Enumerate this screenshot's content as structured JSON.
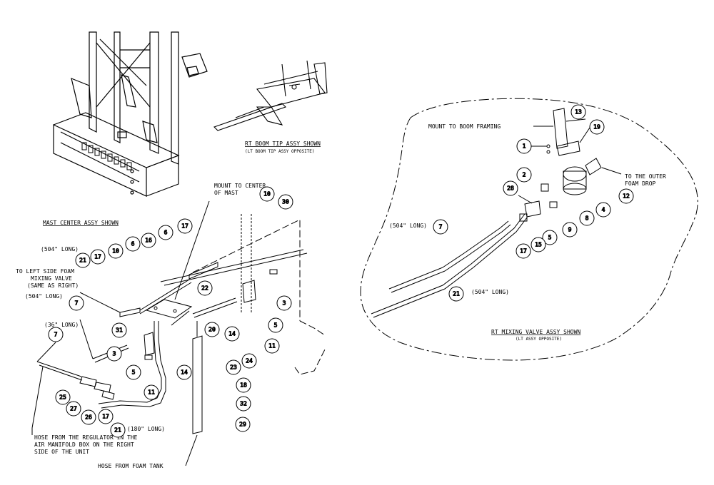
{
  "labels": {
    "rt_boom_tip_title": "RT BOOM TIP ASSY SHOWN",
    "rt_boom_tip_sub": "(LT BOOM TIP ASSY OPPOSITE)",
    "mast_center_title": "MAST CENTER ASSY SHOWN",
    "mount_center_line1": "MOUNT TO CENTER",
    "mount_center_line2": "OF MAST",
    "len_504_a": "(504\" LONG)",
    "left_side_line1": "TO LEFT SIDE FOAM",
    "left_side_line2": "MIXING VALVE",
    "left_side_line3": "(SAME AS RIGHT)",
    "len_504_b": "(504\" LONG)",
    "len_36": "(36\" LONG)",
    "len_180": "(180\" LONG)",
    "hose_reg_line1": "HOSE FROM THE REGULATOR IN THE",
    "hose_reg_line2": "AIR MANIFOLD BOX ON THE RIGHT",
    "hose_reg_line3": "SIDE OF THE UNIT",
    "hose_foam_tank": "HOSE FROM FOAM TANK",
    "mount_boom_framing": "MOUNT TO BOOM FRAMING",
    "outer_foam_line1": "TO THE OUTER",
    "outer_foam_line2": "FOAM DROP",
    "len_504_c": "(504\" LONG)",
    "len_504_d": "(504\" LONG)",
    "rt_mixing_title": "RT MIXING VALVE ASSY SHOWN",
    "rt_mixing_sub": "(LT ASSY OPPOSITE)"
  },
  "balloons": {
    "b13": "13",
    "b19": "19",
    "b1": "1",
    "b2": "2",
    "b12": "12",
    "b28": "28",
    "b4": "4",
    "b8": "8",
    "b9": "9",
    "b7r": "7",
    "b5r": "5",
    "b17r": "17",
    "b15": "15",
    "b21r": "21",
    "b10t": "10",
    "b30": "30",
    "b17a": "17",
    "b6a": "6",
    "b16": "16",
    "b6b": "6",
    "b10b": "10",
    "b17b": "17",
    "b21a": "21",
    "b22": "22",
    "b3a": "3",
    "b7a": "7",
    "b31": "31",
    "b20": "20",
    "b14a": "14",
    "b5a": "5",
    "b11a": "11",
    "b3b": "3",
    "b5b": "5",
    "b14b": "14",
    "b11b": "11",
    "b24": "24",
    "b23": "23",
    "b18": "18",
    "b32": "32",
    "b29": "29",
    "b7b": "7",
    "b25": "25",
    "b27": "27",
    "b26": "26",
    "b17c": "17",
    "b21b": "21"
  }
}
